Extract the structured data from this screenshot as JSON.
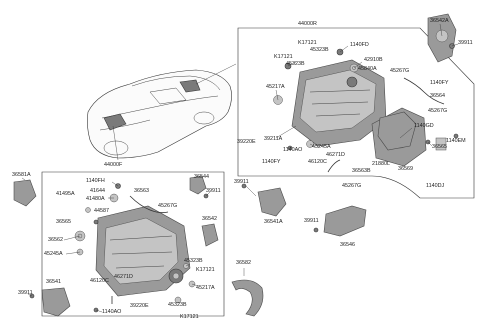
{
  "diagram": {
    "labels": {
      "p_44000R": "44000R",
      "p_44000F": "44000F",
      "p_36542A_top": "36542A",
      "p_39911_tr": "39911",
      "p_K17121_a": "K17121",
      "p_K17121_b": "K17121",
      "p_45323B_a": "45323B",
      "p_45323B_b": "45323B",
      "p_1140FD": "1140FD",
      "p_42910B": "42910B",
      "p_45840A": "45840A",
      "p_45217A_r": "45217A",
      "p_45267G_r1": "45267G",
      "p_1140FY_r": "1140FY",
      "p_36564_r": "36564",
      "p_45267G_r2": "45267G",
      "p_39220E_r": "39220E",
      "p_39211A": "39211A",
      "p_45245A_r": "45245A",
      "p_1140GD": "1140GD",
      "p_1140AO_r": "1140AO",
      "p_46271D_r": "46271D",
      "p_46120C_r": "46120C",
      "p_1140FY_r2": "1140FY",
      "p_21880L": "21880L",
      "p_36563B": "36563B",
      "p_36565_r": "36565",
      "p_1140EM": "1140EM",
      "p_36569": "36569",
      "p_45267G_r3": "45267G",
      "p_1140DJ": "1140DJ",
      "p_39911_mid": "39911",
      "p_36541A": "36541A",
      "p_39911_r2": "39911",
      "p_36546": "36546",
      "p_36581A": "36581A",
      "p_1140FH": "1140FH",
      "p_41644": "41644",
      "p_41495A": "41495A",
      "p_41480A": "41480A",
      "p_44587": "44587",
      "p_36563": "36563",
      "p_36565_f": "36565",
      "p_45267G_f": "45267G",
      "p_36562": "36562",
      "p_45245A_f": "45245A",
      "p_36544": "36544",
      "p_39911_f": "39911",
      "p_36542": "36542",
      "p_45323B_f1": "45323B",
      "p_K17121_f1": "K17121",
      "p_45217A_f": "45217A",
      "p_46120C_f": "46120C",
      "p_46271D_f": "46271D",
      "p_39220E_f": "39220E",
      "p_1140AO_f": "1140AO",
      "p_45323B_f2": "45323B",
      "p_K17121_f2": "K17121",
      "p_36541": "36541",
      "p_39911_bl": "39911",
      "p_36582": "36582"
    }
  }
}
